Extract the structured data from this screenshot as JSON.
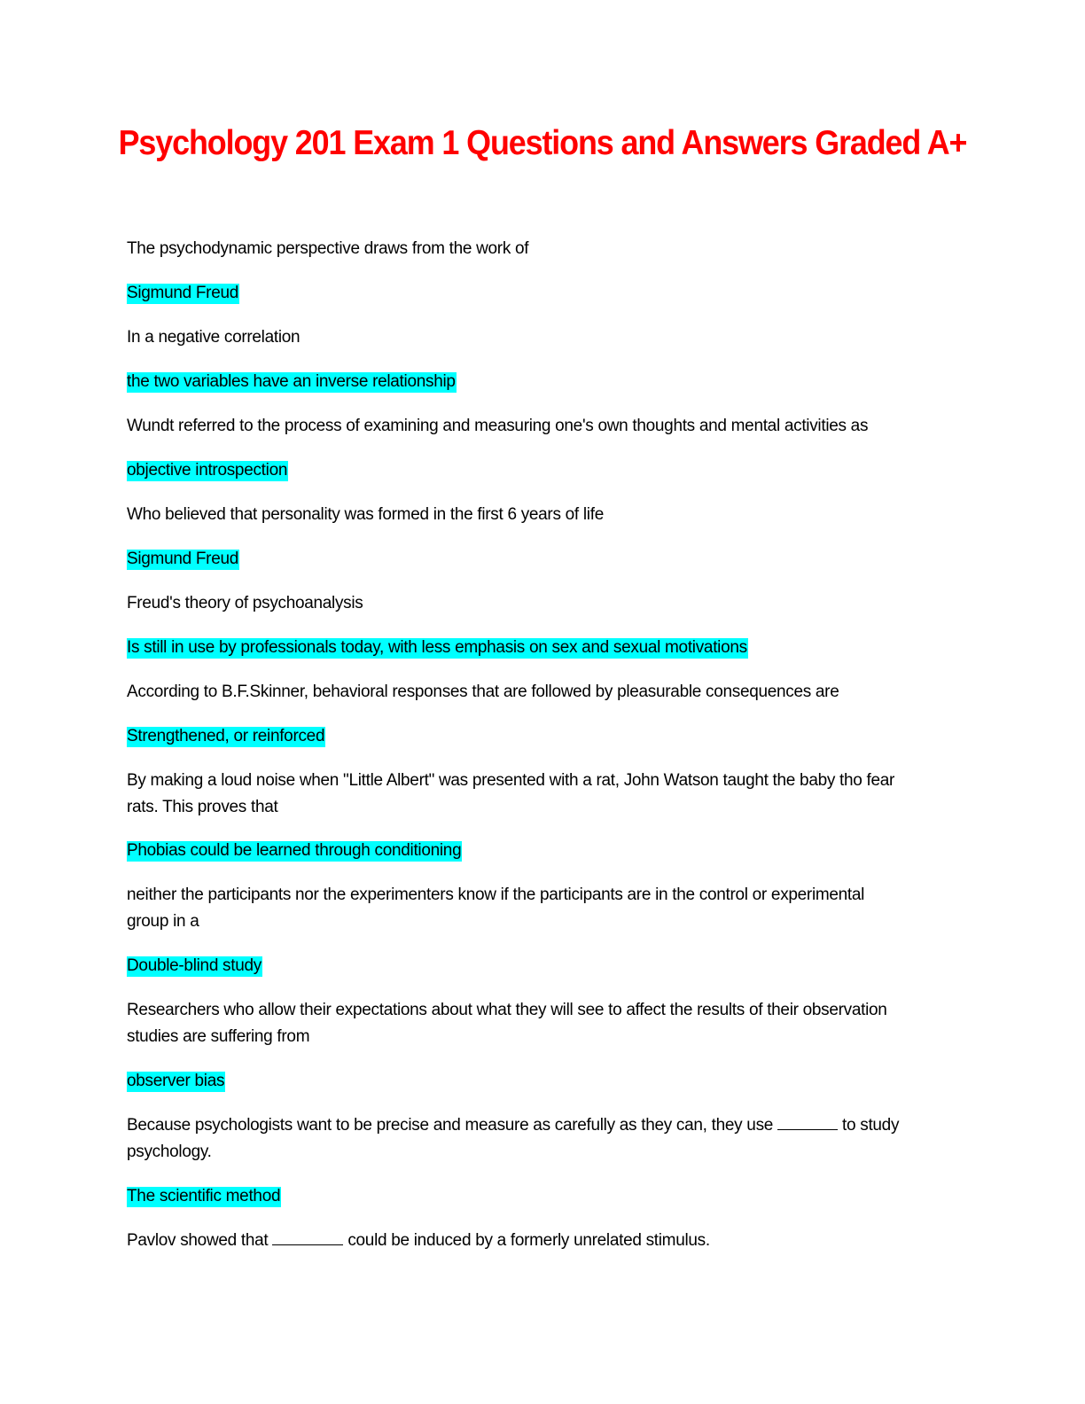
{
  "document": {
    "title": "Psychology 201 Exam 1 Questions and Answers Graded A+",
    "title_color": "#ff0000",
    "highlight_color": "#00ffff",
    "items": [
      {
        "q": "The psychodynamic perspective draws from the work of",
        "a": "Sigmund Freud"
      },
      {
        "q": "In a negative correlation",
        "a": "the two variables have an inverse relationship"
      },
      {
        "q": "Wundt referred to the process of examining and measuring one's own thoughts and mental activities as",
        "a": "objective introspection"
      },
      {
        "q": "Who believed that personality was formed in the first 6 years of life",
        "a": "Sigmund Freud"
      },
      {
        "q": "Freud's theory of psychoanalysis",
        "a": "Is still in use by professionals today, with less emphasis on sex and sexual motivations"
      },
      {
        "q": "According to B.F.Skinner, behavioral responses that are followed by pleasurable consequences are",
        "a": "Strengthened, or reinforced"
      },
      {
        "q_line1": "By making a loud noise when \"Little Albert\" was presented with a rat, John Watson taught the baby tho fear",
        "q_line2": "rats. This proves that",
        "a": "Phobias could be learned through conditioning"
      },
      {
        "q_line1": "neither the participants nor the experimenters know if the participants are in the control or experimental",
        "q_line2": "group in a",
        "a": "Double-blind study"
      },
      {
        "q_line1": "Researchers who allow their expectations about what they will see to affect the results of their observation",
        "q_line2": "studies are suffering from",
        "a": "observer bias"
      },
      {
        "q_before": "Because psychologists want to be precise and measure as carefully as they can, they use",
        "q_after": "to study",
        "q_line2": "psychology.",
        "a": "The scientific method"
      },
      {
        "q_before": "Pavlov showed that",
        "q_after": "could be induced by a formerly unrelated stimulus."
      }
    ]
  }
}
